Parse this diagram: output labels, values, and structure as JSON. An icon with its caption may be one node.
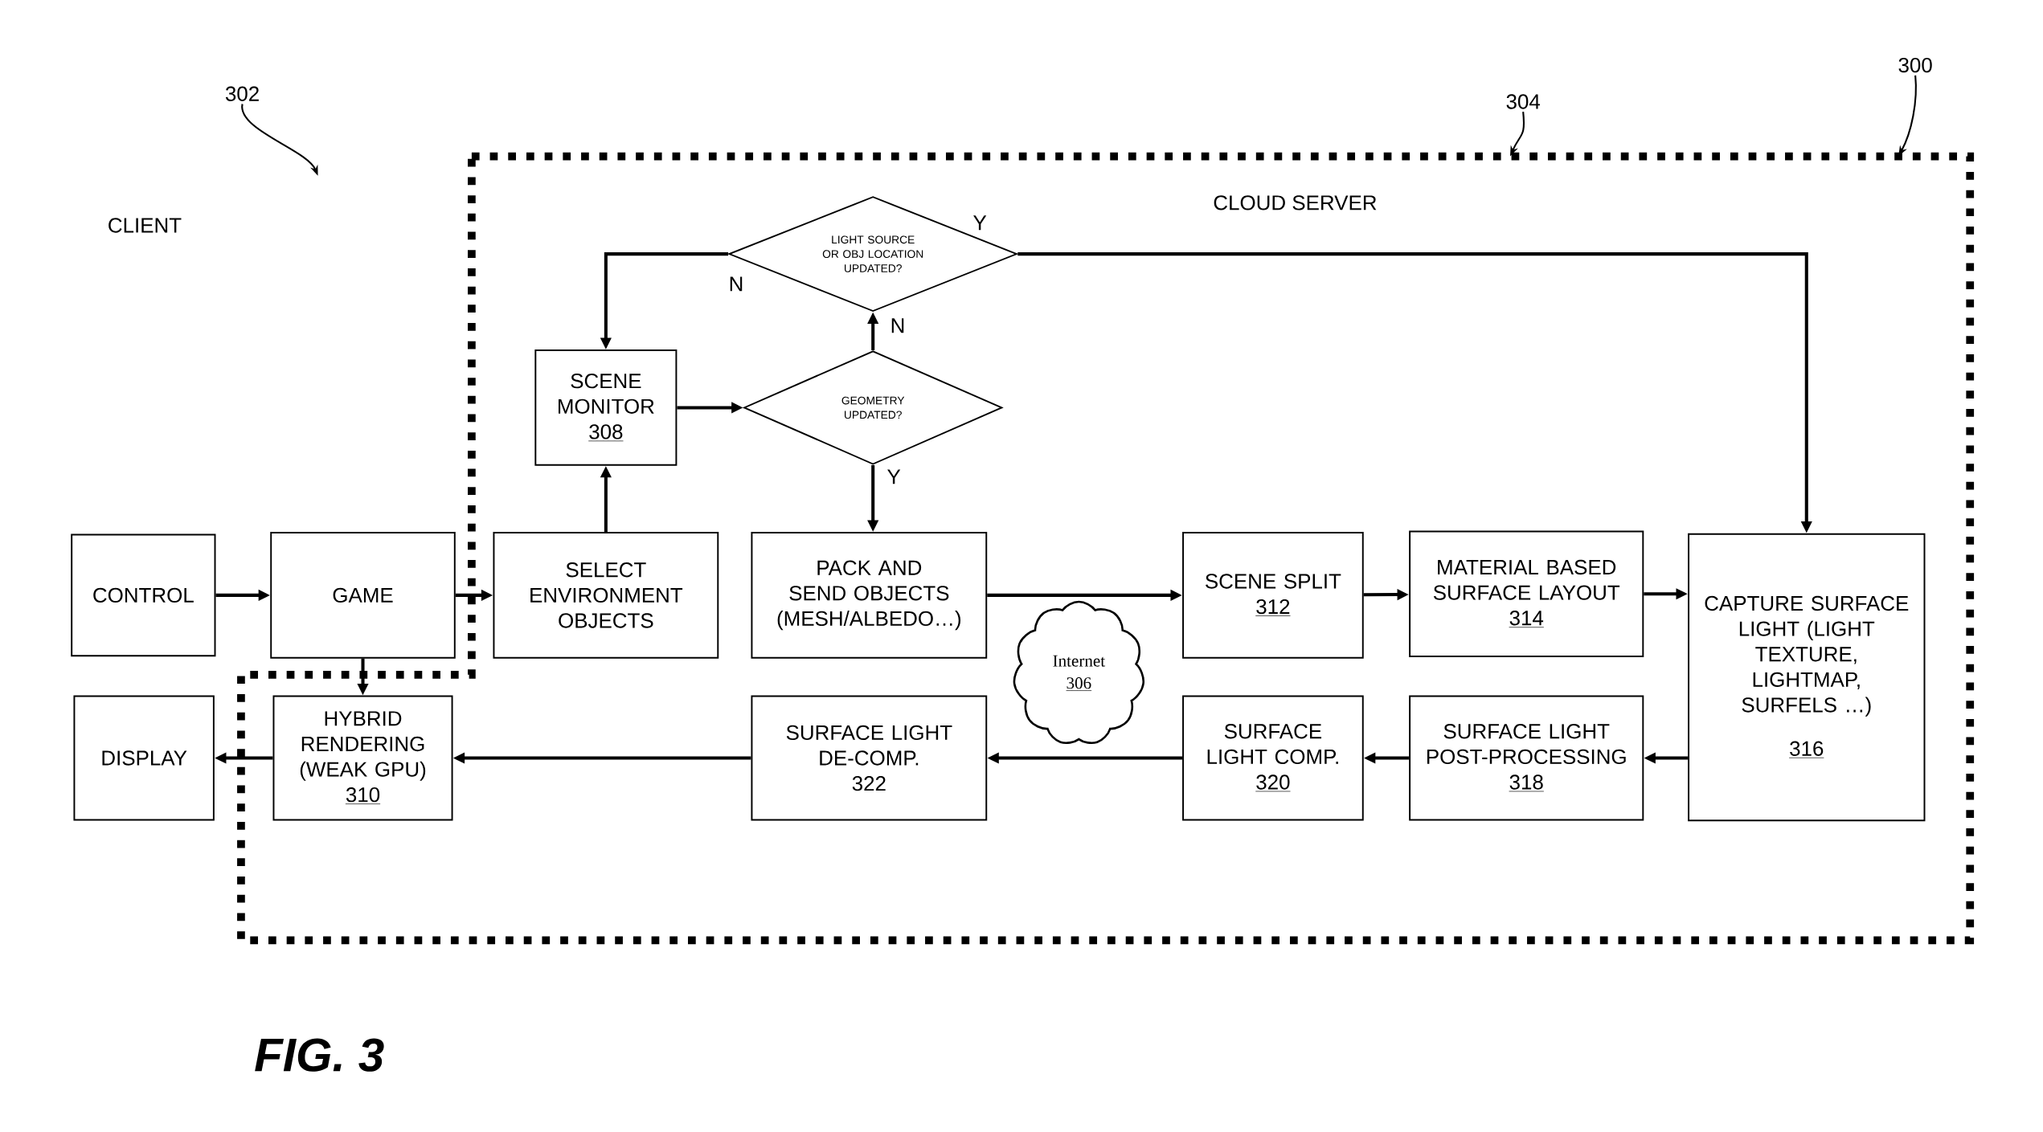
{
  "diagram": {
    "caption": "FIG. 3",
    "nodes": [
      {
        "text": [
          "CLOUD SERVER"
        ]
      },
      {
        "text": [
          "CONTROL"
        ]
      },
      {
        "text": [
          "GAME"
        ]
      },
      {
        "text": [
          "DISPLAY"
        ]
      },
      {
        "text": [
          "SCENE MONITOR",
          "308"
        ],
        "in": 0
      },
      {
        "text": [
          "LIGHT SOURCE OR OBJ LOCATION UPDATED?"
        ],
        "in": 0
      },
      {
        "text": [
          "GEOMETRY UPDATED?"
        ],
        "in": 0
      },
      {
        "text": [
          "SELECT ENVIRONMENT OBJECTS"
        ],
        "in": 0
      },
      {
        "text": [
          "PACK AND SEND OBJECTS (MESH/ALBEDO…)"
        ],
        "in": 0
      },
      {
        "text": [
          "SCENE SPLIT",
          "312"
        ],
        "in": 0
      },
      {
        "text": [
          "MATERIAL BASED SURFACE LAYOUT",
          "314"
        ],
        "in": 0
      },
      {
        "text": [
          "CAPTURE SURFACE LIGHT (LIGHT TEXTURE, LIGHTMAP, SURFELS …)",
          "316"
        ],
        "in": 0
      },
      {
        "text": [
          "SURFACE LIGHT POST-PROCESSING",
          "318"
        ],
        "in": 0
      },
      {
        "text": [
          "SURFACE LIGHT COMP.",
          "320"
        ],
        "in": 0
      },
      {
        "text": [
          "Internet",
          "306"
        ],
        "in": 0
      },
      {
        "text": [
          "SURFACE LIGHT DE-COMP.",
          "322"
        ],
        "in": 0
      },
      {
        "text": [
          "HYBRID RENDERING (WEAK GPU)",
          "310"
        ],
        "in": 0
      },
      {
        "text": [
          "300"
        ]
      },
      {
        "text": [
          "302"
        ]
      },
      {
        "text": [
          "304"
        ]
      }
    ],
    "edges": [
      {
        "from": 1,
        "to": 2,
        "arrow": "to"
      },
      {
        "from": 2,
        "to": 7,
        "arrow": "to"
      },
      {
        "from": 2,
        "to": 16,
        "arrow": "to"
      },
      {
        "from": 7,
        "to": 4,
        "arrow": "to"
      },
      {
        "from": 4,
        "to": 6,
        "arrow": "to"
      },
      {
        "from": 6,
        "to": 5,
        "arrow": "to",
        "label": "N"
      },
      {
        "from": 6,
        "to": 8,
        "arrow": "to",
        "label": "Y"
      },
      {
        "from": 5,
        "to": 4,
        "arrow": "to",
        "label": "N"
      },
      {
        "from": 5,
        "to": 11,
        "arrow": "to",
        "label": "Y"
      },
      {
        "from": 8,
        "to": 9,
        "arrow": "to"
      },
      {
        "from": 9,
        "to": 10,
        "arrow": "to"
      },
      {
        "from": 10,
        "to": 11,
        "arrow": "to"
      },
      {
        "from": 11,
        "to": 12,
        "arrow": "to"
      },
      {
        "from": 12,
        "to": 13,
        "arrow": "to"
      },
      {
        "from": 13,
        "to": 15,
        "arrow": "to"
      },
      {
        "from": 15,
        "to": 16,
        "arrow": "to"
      },
      {
        "from": 16,
        "to": 3,
        "arrow": "to"
      },
      {
        "from": 17,
        "to": 0,
        "arrow": "to"
      },
      {
        "from": 18,
        "to": null,
        "arrow": "to"
      },
      {
        "from": 19,
        "to": 0,
        "arrow": "to"
      }
    ],
    "labels": [
      "CLIENT"
    ]
  }
}
